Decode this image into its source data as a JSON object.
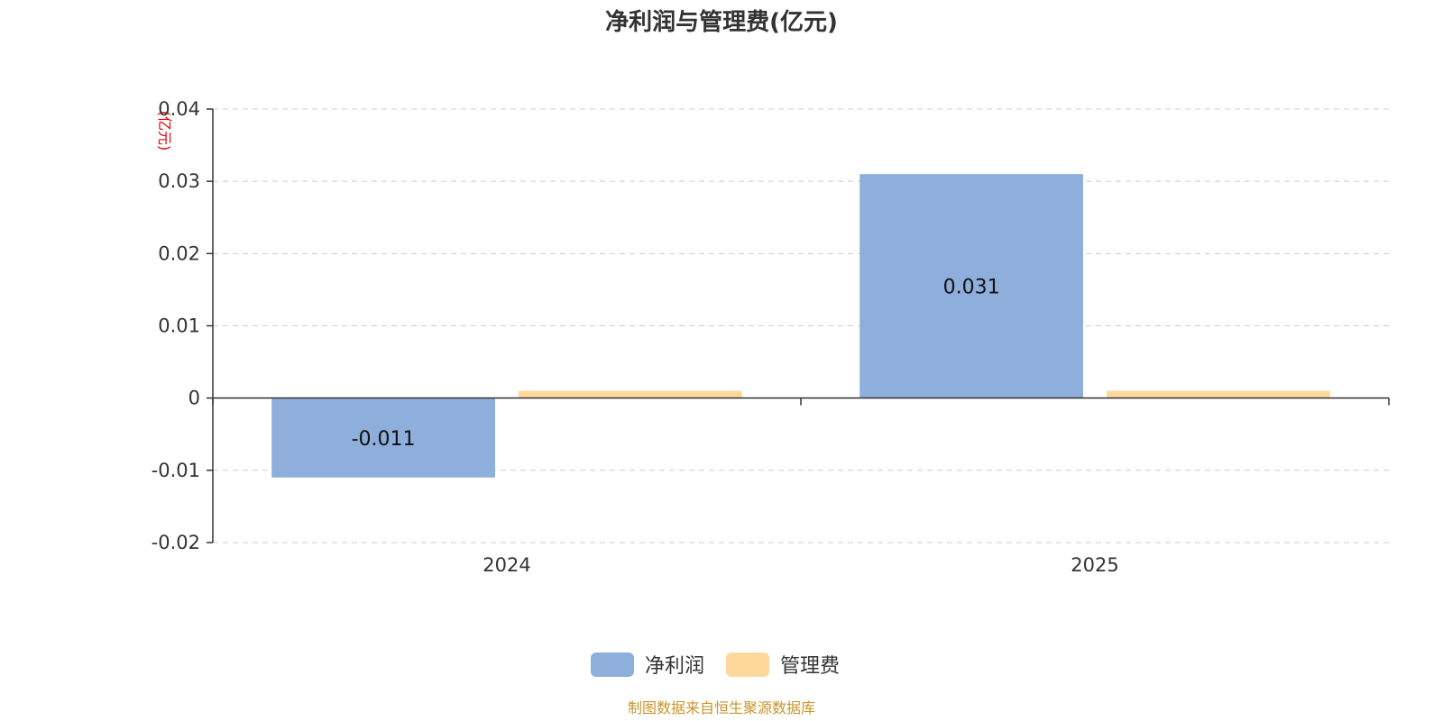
{
  "chart_data": {
    "type": "bar",
    "title": "净利润与管理费(亿元)",
    "unit_label": "(亿元)",
    "categories": [
      "2024",
      "2025"
    ],
    "series": [
      {
        "name": "净利润",
        "values": [
          -0.011,
          0.031
        ],
        "color": "#8eaedb",
        "show_labels": true
      },
      {
        "name": "管理费",
        "values": [
          0.001,
          0.001
        ],
        "color": "#fdd89a",
        "show_labels": false
      }
    ],
    "ylim": [
      -0.02,
      0.04
    ],
    "yticks": [
      -0.02,
      -0.01,
      0,
      0.01,
      0.02,
      0.03,
      0.04
    ],
    "ytick_labels": [
      "-0.02",
      "-0.01",
      "0",
      "0.01",
      "0.02",
      "0.03",
      "0.04"
    ],
    "data_labels": [
      [
        "-0.011",
        "0.031"
      ],
      []
    ],
    "grid": true,
    "legend_position": "bottom-center"
  },
  "footer": {
    "source": "制图数据来自恒生聚源数据库"
  }
}
